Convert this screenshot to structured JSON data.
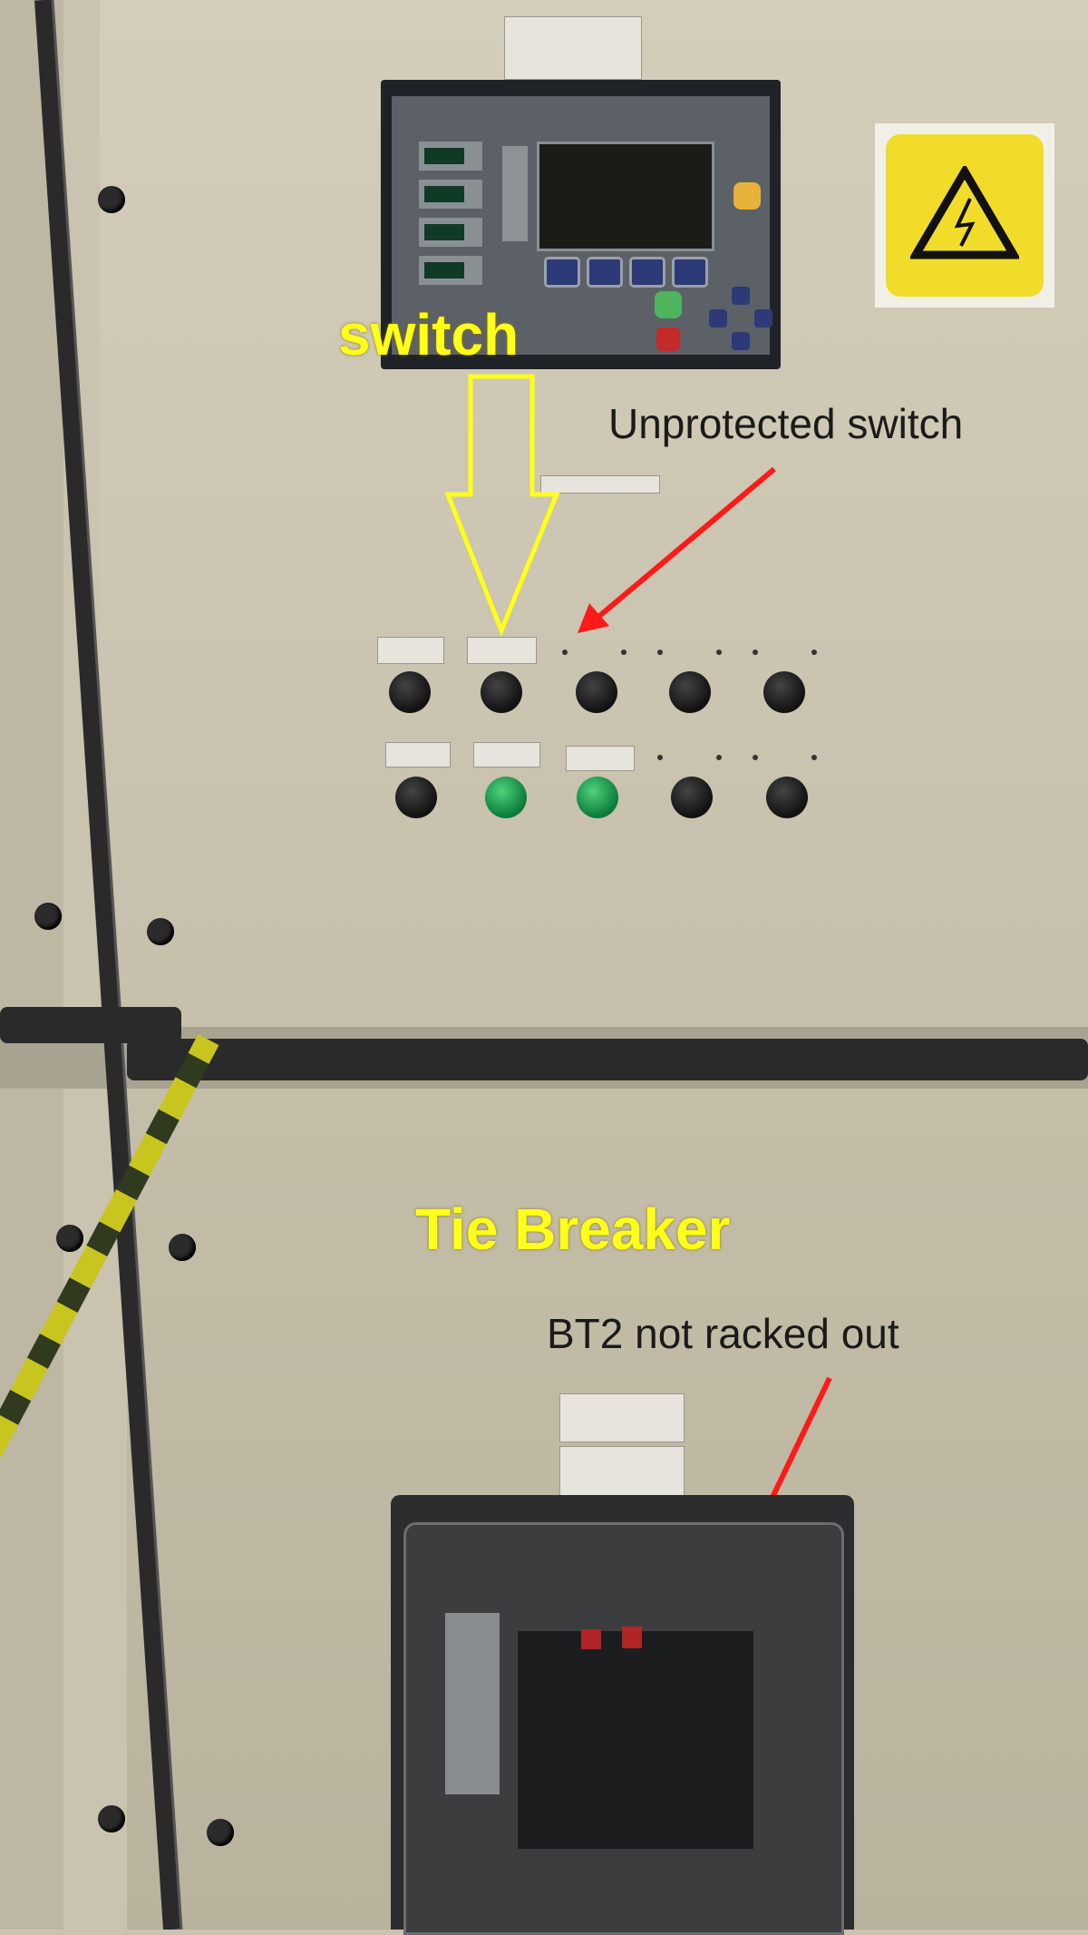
{
  "annotations": {
    "switch_label": "switch",
    "unprotected_label": "Unprotected switch",
    "tie_breaker_label": "Tie Breaker",
    "bt2_label": "BT2 not racked out"
  },
  "colors": {
    "annotation_yellow": "#ffff1a",
    "arrow_red": "#ff1a1a",
    "panel_beige": "#cbc5b1"
  },
  "knobs": {
    "row1": [
      "black",
      "black",
      "black",
      "black",
      "black"
    ],
    "row2": [
      "black",
      "green",
      "green",
      "black",
      "black"
    ]
  }
}
